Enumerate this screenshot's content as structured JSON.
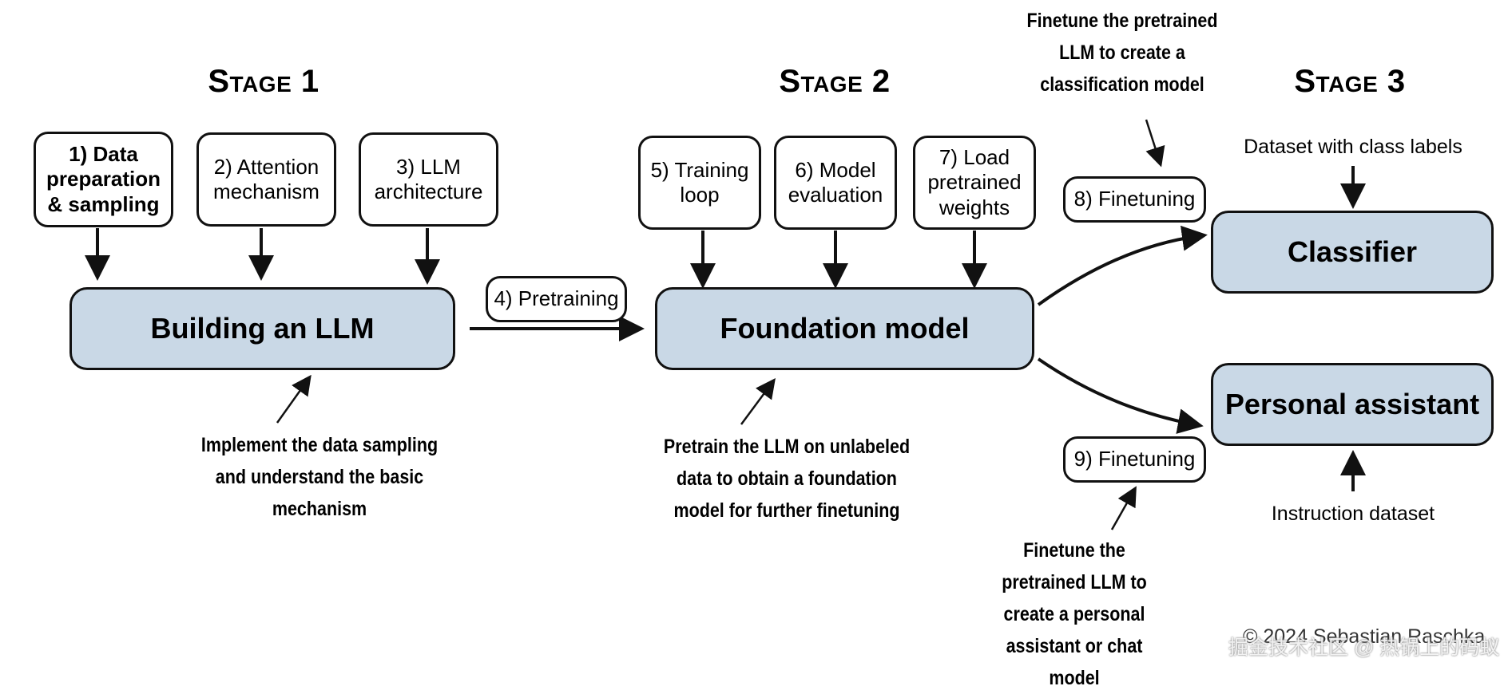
{
  "stages": {
    "stage1": "Stage 1",
    "stage2": "Stage 2",
    "stage3": "Stage 3"
  },
  "boxes": {
    "data_prep": "1) Data preparation & sampling",
    "attention": "2) Attention mechanism",
    "llm_arch": "3) LLM architecture",
    "pretraining": "4) Pretraining",
    "training_loop": "5) Training loop",
    "model_eval": "6) Model evaluation",
    "load_weights": "7) Load pretrained weights",
    "finetuning_8": "8) Finetuning",
    "finetuning_9": "9) Finetuning"
  },
  "main_boxes": {
    "building": "Building an LLM",
    "foundation": "Foundation model",
    "classifier": "Classifier",
    "assistant": "Personal assistant"
  },
  "inputs": {
    "class_labels": "Dataset with class labels",
    "instruction": "Instruction dataset"
  },
  "notes": {
    "stage1_note": "Implement the data sampling and understand the basic mechanism",
    "stage2_note": "Pretrain the LLM on unlabeled data to obtain a foundation model for further finetuning",
    "classification_note": "Finetune the pretrained LLM to create a classification model",
    "assistant_note": "Finetune the pretrained LLM to create a personal assistant or chat model"
  },
  "watermark": {
    "copyright": "© 2024 Sebastian Raschka",
    "site": "掘金技术社区 @ 热锅上的码蚁"
  }
}
